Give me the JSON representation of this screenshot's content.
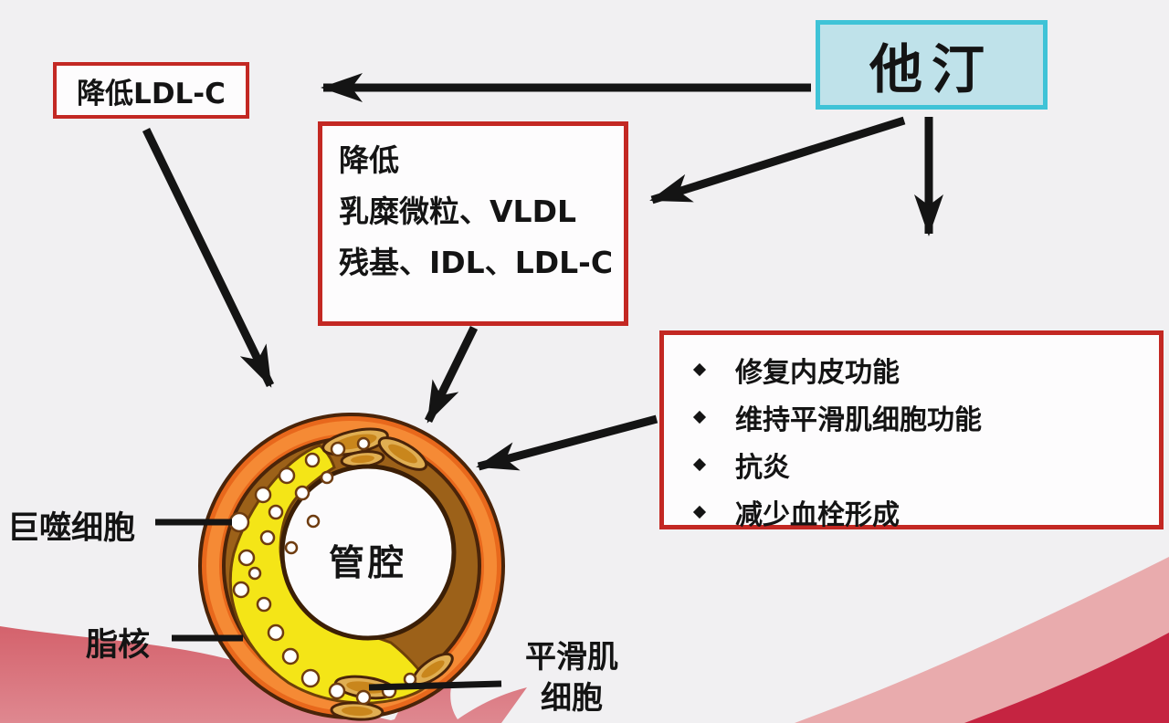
{
  "title_box": {
    "label": "他汀"
  },
  "boxes": {
    "ldl": {
      "label": "降低LDL-C"
    },
    "lipoproteins": {
      "line1": "降低",
      "line2": "乳糜微粒、VLDL",
      "line3": "残基、IDL、LDL-C"
    },
    "effects": {
      "bullets": [
        "修复内皮功能",
        "维持平滑肌细胞功能",
        "抗炎",
        "减少血栓形成"
      ]
    }
  },
  "vessel": {
    "lumen_label": "管腔",
    "macrophage_label": "巨噬细胞",
    "lipid_core_label": "脂核",
    "smooth_muscle_label_line1": "平滑肌",
    "smooth_muscle_label_line2": "细胞"
  },
  "colors": {
    "background": "#f1f0f2",
    "statin_box_fill": "#bfe2ea",
    "statin_box_border": "#3fc3d7",
    "red_box_border": "#c32823",
    "arrow_black": "#141414",
    "vessel_outer_wall": "#e8681c",
    "vessel_media": "#9c6119",
    "lipid_core_yellow": "#f4e517",
    "smooth_muscle_tan": "#e0ae52",
    "smooth_muscle_gold": "#c9861c",
    "ribbon_left_red": "#d5656e",
    "ribbon_right_pink": "#e9abad",
    "ribbon_right_red": "#c52441"
  }
}
